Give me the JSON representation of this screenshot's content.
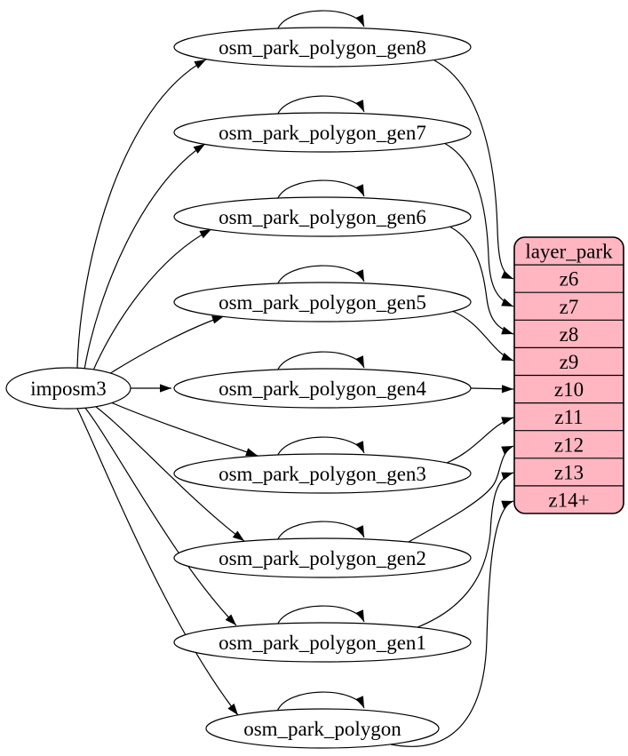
{
  "diagram": {
    "kind": "etl-dependency-graph",
    "root_node": {
      "label": "imposm3"
    },
    "source_nodes": [
      {
        "label": "osm_park_polygon_gen8",
        "feeds_zoom": "z6"
      },
      {
        "label": "osm_park_polygon_gen7",
        "feeds_zoom": "z7"
      },
      {
        "label": "osm_park_polygon_gen6",
        "feeds_zoom": "z8"
      },
      {
        "label": "osm_park_polygon_gen5",
        "feeds_zoom": "z9"
      },
      {
        "label": "osm_park_polygon_gen4",
        "feeds_zoom": "z10"
      },
      {
        "label": "osm_park_polygon_gen3",
        "feeds_zoom": "z11"
      },
      {
        "label": "osm_park_polygon_gen2",
        "feeds_zoom": "z12"
      },
      {
        "label": "osm_park_polygon_gen1",
        "feeds_zoom": "z13"
      },
      {
        "label": "osm_park_polygon",
        "feeds_zoom": "z14+"
      }
    ],
    "layer_table": {
      "title": "layer_park",
      "rows": [
        "z6",
        "z7",
        "z8",
        "z9",
        "z10",
        "z11",
        "z12",
        "z13",
        "z14+"
      ]
    },
    "colors": {
      "background": "#ffffff",
      "node_fill": "#ffffff",
      "table_fill": "#ffb6c1",
      "stroke": "#000000",
      "text": "#000000"
    }
  }
}
